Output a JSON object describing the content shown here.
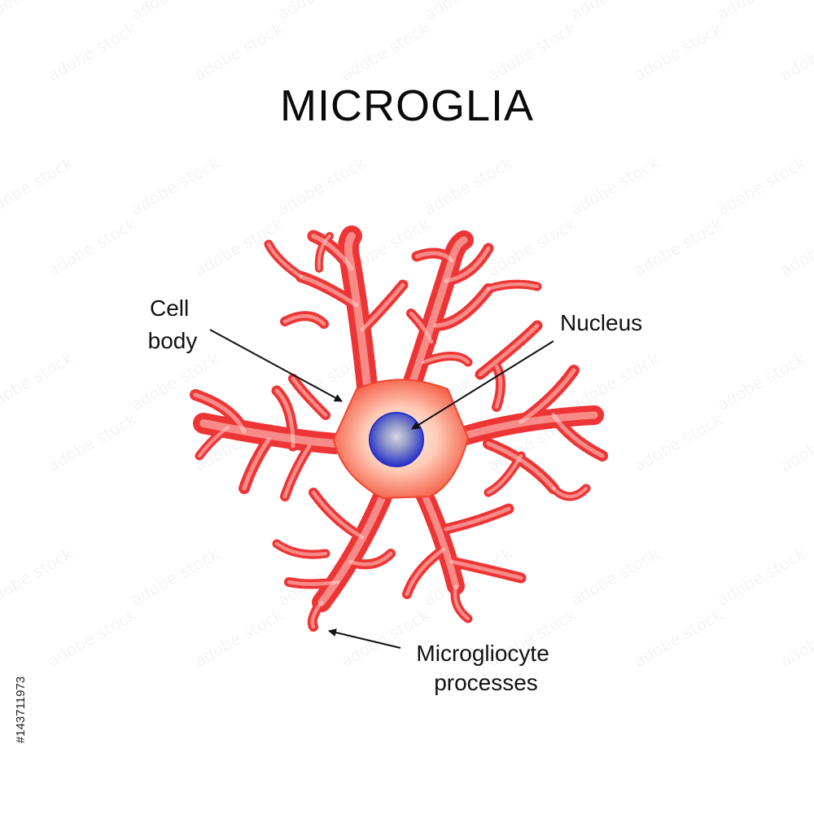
{
  "title": "MICROGLIA",
  "labels": {
    "cell_body_line1": "Cell",
    "cell_body_line2": "body",
    "nucleus": "Nucleus",
    "processes_line1": "Microgliocyte",
    "processes_line2": "processes"
  },
  "stock_id": "#143711973",
  "watermark_text": "adobe stock",
  "colors": {
    "process_dark": "#ee3535",
    "process_light": "#ffd2cc",
    "body_dark": "#f3452e",
    "body_light": "#ffd0bf",
    "nucleus_dark": "#2530c8",
    "nucleus_light": "#d0d2da",
    "text": "#111111",
    "arrow": "#111111"
  }
}
